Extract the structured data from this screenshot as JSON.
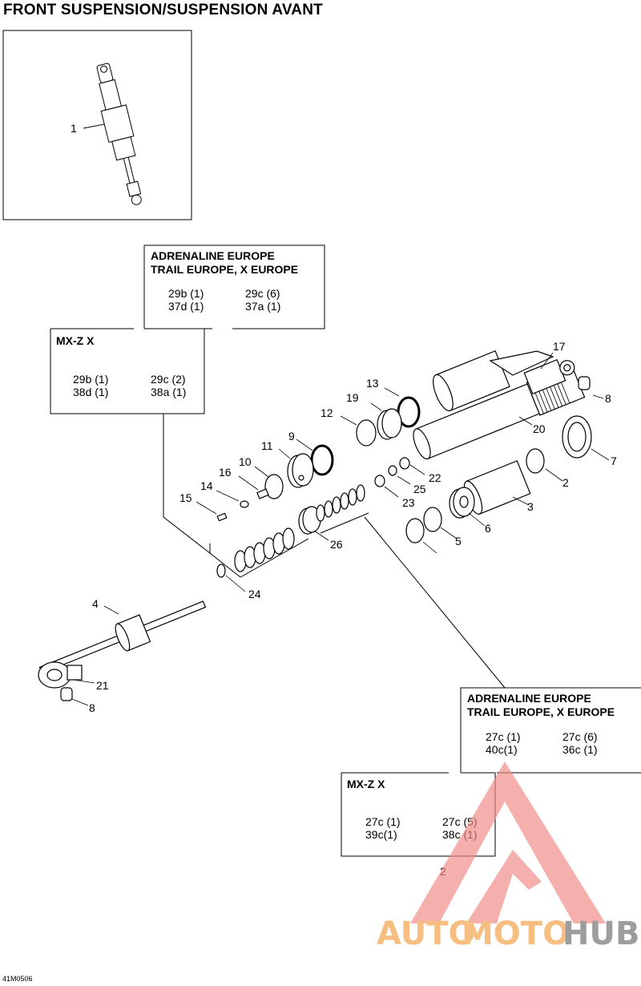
{
  "title": "FRONT SUSPENSION/SUSPENSION AVANT",
  "figure_id": "41M0506",
  "parts": [
    "1",
    "2",
    "2",
    "3",
    "4",
    "5",
    "6",
    "7",
    "8",
    "8",
    "9",
    "10",
    "11",
    "12",
    "13",
    "14",
    "15",
    "16",
    "17",
    "19",
    "20",
    "21",
    "22",
    "23",
    "24",
    "25",
    "26"
  ],
  "boxes": {
    "top_europe": {
      "title_line1": "ADRENALINE EUROPE",
      "title_line2": "TRAIL EUROPE, X EUROPE",
      "r1c1": "29b (1)",
      "r1c2": "29c (6)",
      "r2c1": "37d (1)",
      "r2c2": "37a (1)"
    },
    "top_mxz": {
      "title": "MX-Z X",
      "r1c1": "29b (1)",
      "r1c2": "29c (2)",
      "r2c1": "38d (1)",
      "r2c2": "38a (1)"
    },
    "bottom_europe": {
      "title_line1": "ADRENALINE EUROPE",
      "title_line2": "TRAIL EUROPE, X EUROPE",
      "r1c1": "27c (1)",
      "r1c2": "27c (6)",
      "r2c1": "40c(1)",
      "r2c2": "36c (1)"
    },
    "bottom_mxz": {
      "title": "MX-Z X",
      "r1c1": "27c (1)",
      "r1c2": "27c (5)",
      "r2c1": "39c(1)",
      "r2c2": "38c (1)"
    }
  },
  "watermark": {
    "text_part1": "AUTO",
    "text_part2": "MOTO",
    "text_part3": "HUB",
    "color_accent": "#f08a86",
    "color_orange": "#f5b36b",
    "color_gray": "#8c8c8c"
  }
}
